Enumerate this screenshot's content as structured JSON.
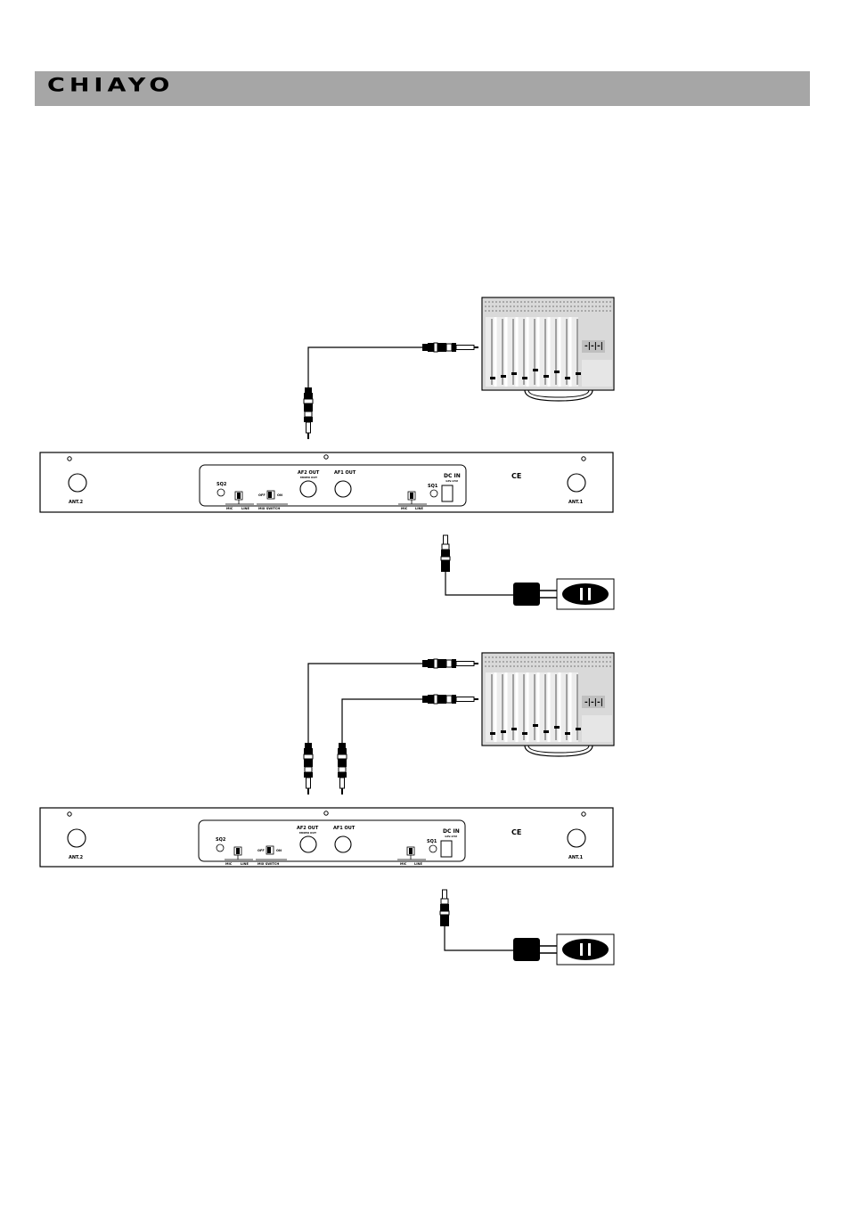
{
  "header": {
    "brand": "CHIAYO"
  },
  "colors": {
    "header_bar": "#a6a6a6",
    "line": "#000000",
    "mixer_panel": "#d9d9d9"
  },
  "receiver_panel": {
    "ant_left": "ANT.2",
    "ant_right": "ANT.1",
    "sq_left": "SQ2",
    "sq_right": "SQ1",
    "af2_out": "AF2 OUT",
    "af2_out_sub": "MIXED OUT",
    "af1_out": "AF1 OUT",
    "mix_switch": "MIX SWITCH",
    "off_label": "OFF",
    "on_label": "ON",
    "mic_label": "MIC",
    "line_label": "LINE",
    "dc_in": "DC IN",
    "dc_voltage": "12V-15V",
    "ce_mark": "CE"
  },
  "mixer": {
    "meter_label": "-|-|-|"
  },
  "diagrams": [
    {
      "name": "mixed-output-connection",
      "cables_to_mixer": 1
    },
    {
      "name": "separate-output-connection",
      "cables_to_mixer": 2
    }
  ]
}
